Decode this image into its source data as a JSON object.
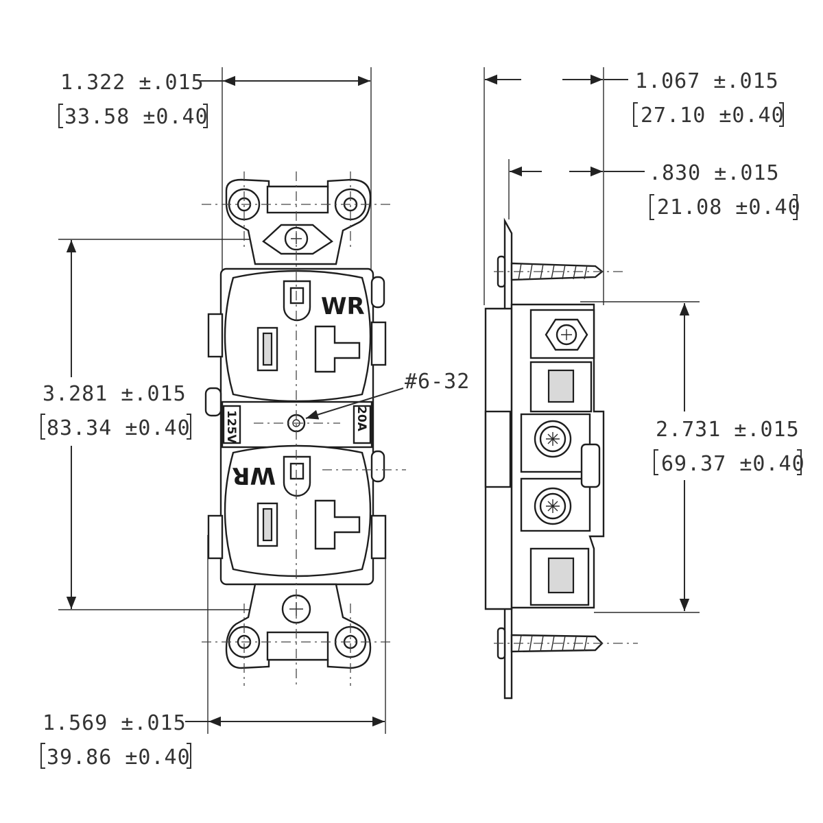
{
  "drawing": {
    "front_view": {
      "width_top": {
        "inches": "1.322 ±.015",
        "mm": "33.58 ±0.40"
      },
      "height": {
        "inches": "3.281 ±.015",
        "mm": "83.34 ±0.40"
      },
      "width_bottom": {
        "inches": "1.569 ±.015",
        "mm": "39.86 ±0.40"
      },
      "screw_callout": "#6-32",
      "receptacle_mark_upper": "WR",
      "receptacle_mark_lower": "WR",
      "voltage_rating": "125V",
      "current_rating": "20A"
    },
    "side_view": {
      "depth_total": {
        "inches": "1.067 ±.015",
        "mm": "27.10 ±0.40"
      },
      "depth_body": {
        "inches": ".830 ±.015",
        "mm": "21.08 ±0.40"
      },
      "body_height": {
        "inches": "2.731 ±.015",
        "mm": "69.37 ±0.40"
      }
    }
  }
}
